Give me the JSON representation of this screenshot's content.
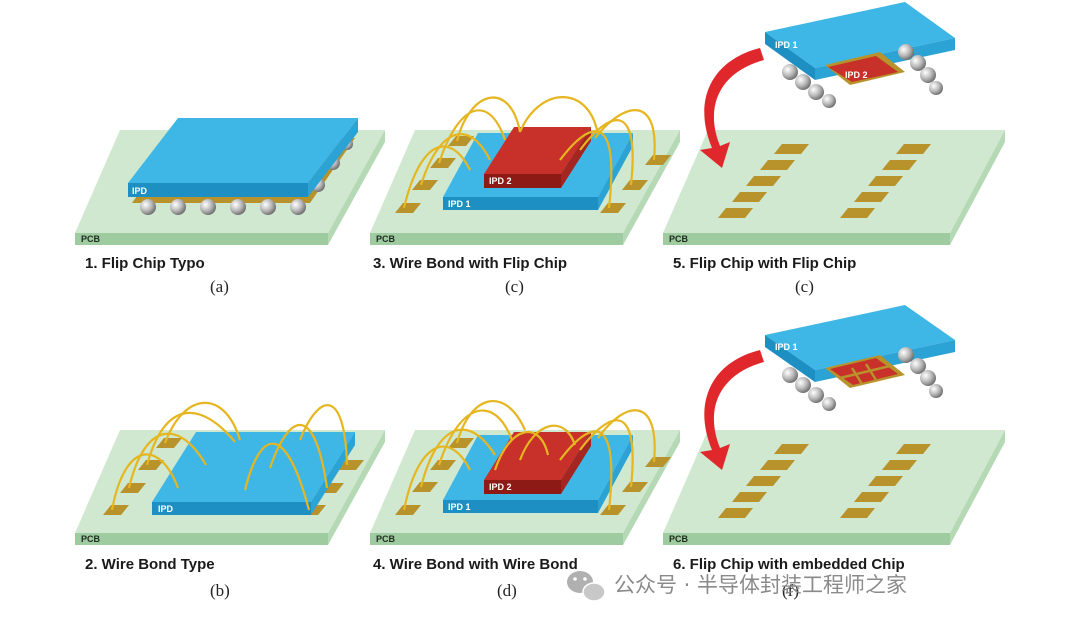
{
  "panels": [
    {
      "caption": "1. Flip Chip Typo",
      "sublabel": "(a)",
      "chip1_label": "IPD",
      "board_label": "PCB"
    },
    {
      "caption": "3. Wire Bond with Flip Chip",
      "sublabel": "(c)",
      "chip1_label": "IPD 1",
      "chip2_label": "IPD 2",
      "board_label": "PCB"
    },
    {
      "caption": "5. Flip Chip with Flip Chip",
      "sublabel": "(c)",
      "chip1_label": "IPD 1",
      "chip2_label": "IPD 2",
      "board_label": "PCB"
    },
    {
      "caption": "2. Wire Bond Type",
      "sublabel": "(b)",
      "chip1_label": "IPD",
      "board_label": "PCB"
    },
    {
      "caption": "4. Wire Bond with Wire Bond",
      "sublabel": "(d)",
      "chip1_label": "IPD 1",
      "chip2_label": "IPD 2",
      "board_label": "PCB"
    },
    {
      "caption": "6. Flip Chip with embedded Chip",
      "sublabel": "(f)",
      "chip1_label": "IPD 1",
      "board_label": "PCB"
    }
  ],
  "watermark": {
    "text": "公众号 · 半导体封装工程师之家",
    "icon": "wechat-icon"
  },
  "colors": {
    "pcb_top": "#cfe8cf",
    "pcb_front": "#9fcba0",
    "pcb_side": "#b5d9b5",
    "chip_top": "#3fb7e6",
    "chip_front": "#1e8fc2",
    "chip_side": "#2ba3d4",
    "chip2_top": "#c8302a",
    "chip2_front": "#8e1a16",
    "pad": "#b8922a",
    "wire": "#e6b620",
    "arrow": "#e0282c",
    "bump": "#b8b8b8"
  }
}
